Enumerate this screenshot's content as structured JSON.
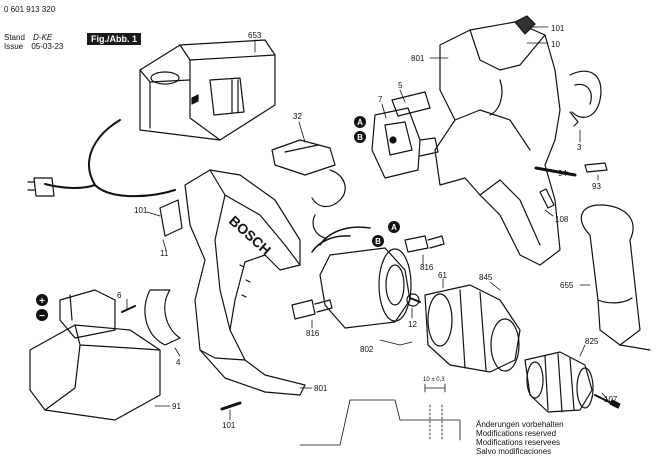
{
  "header": {
    "doc_number": "0 601 913 320",
    "stand_label": "Stand",
    "stand_value": "D-KE",
    "issue_label": "Issue",
    "issue_value": "05-03-23",
    "fig_label": "Fig./Abb. 1"
  },
  "callouts": {
    "p653": "653",
    "p10": "10",
    "p101a": "101",
    "p801a": "801",
    "p5": "5",
    "p7": "7",
    "p32": "32",
    "p3": "3",
    "p94": "94",
    "p93": "93",
    "p108": "108",
    "p101b": "101",
    "p11": "11",
    "p816a": "816",
    "p61": "61",
    "p845": "845",
    "p655": "655",
    "p6": "6",
    "p816b": "816",
    "p12": "12",
    "p802": "802",
    "p4": "4",
    "p825": "825",
    "p801b": "801",
    "p91": "91",
    "p101c": "101",
    "p107": "107"
  },
  "markers": {
    "a": "A",
    "b": "B",
    "plus": "+",
    "minus": "−"
  },
  "dimension": "10 ± 0,3",
  "notes": [
    "Änderungen vorbehalten",
    "Modifications reserved",
    "Modifications reservees",
    "Salvo modificaciones"
  ]
}
